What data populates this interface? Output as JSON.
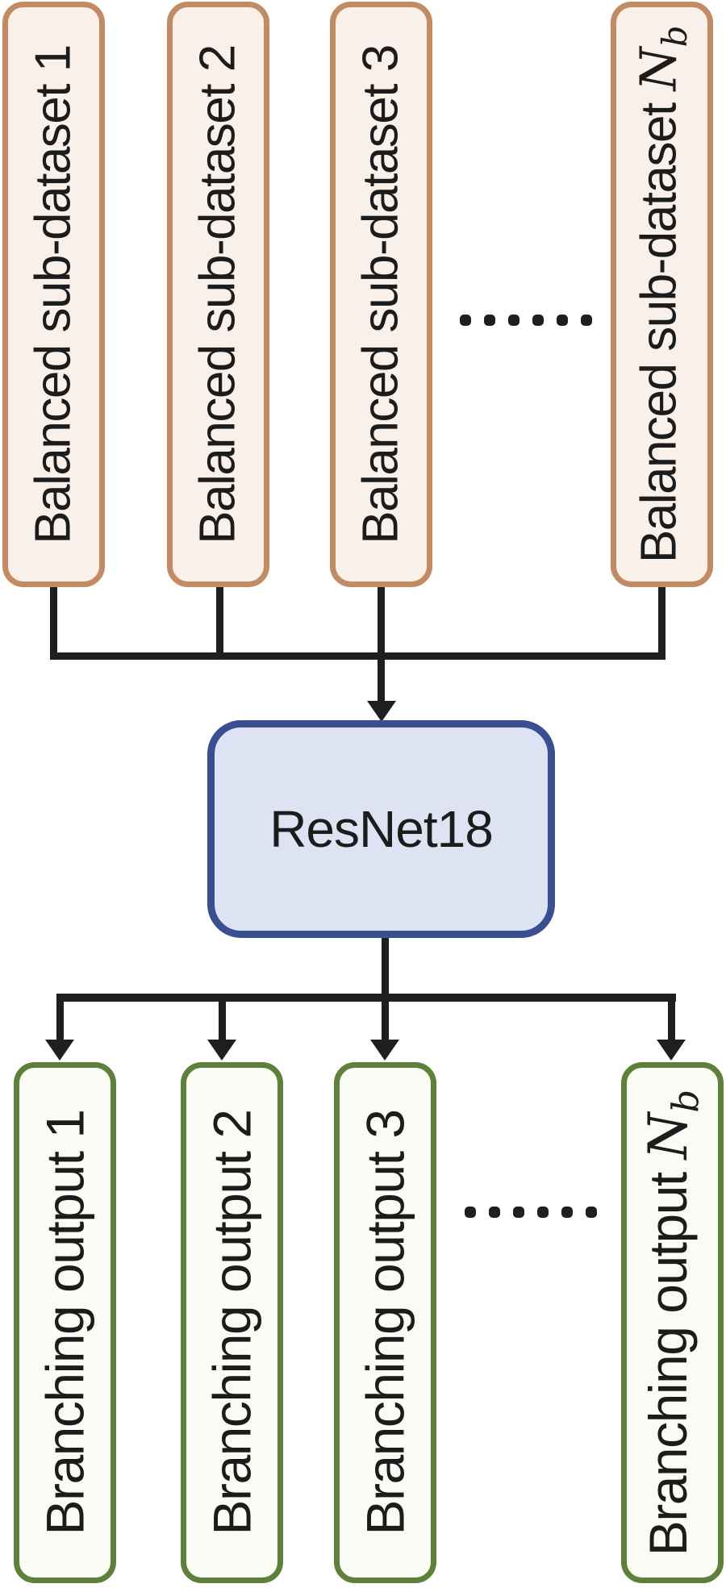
{
  "colors": {
    "top_box_border": "#C28B63",
    "top_box_fill": "#F9F0E9",
    "center_box_border": "#3A4E92",
    "center_box_fill": "#DDE3F2",
    "bottom_box_border": "#5D8139",
    "bottom_box_fill": "#F9FBF5",
    "connector": "#1F1F1F",
    "text": "#1C1C1C"
  },
  "top_row": {
    "boxes": [
      {
        "label": "Balanced sub-dataset 1"
      },
      {
        "label": "Balanced sub-dataset 2"
      },
      {
        "label": "Balanced sub-dataset 3"
      },
      {
        "prefix": "Balanced sub-dataset ",
        "math_var": "N",
        "math_sub": "b"
      }
    ],
    "ellipsis_dot_count": 6
  },
  "center_box": {
    "label": "ResNet18"
  },
  "bottom_row": {
    "boxes": [
      {
        "label": "Branching output 1"
      },
      {
        "label": "Branching output 2"
      },
      {
        "label": "Branching output 3"
      },
      {
        "prefix": "Branching output ",
        "math_var": "N",
        "math_sub": "b"
      }
    ],
    "ellipsis_dot_count": 6
  }
}
